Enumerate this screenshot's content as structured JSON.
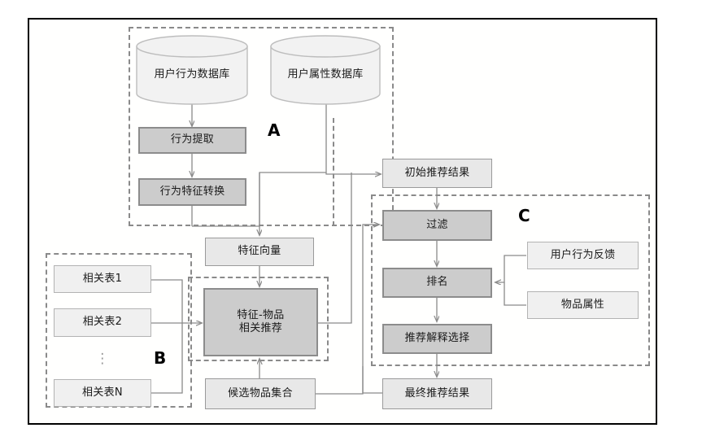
{
  "diagram": {
    "title_present": false,
    "groups": [
      {
        "id": "A",
        "label": "A"
      },
      {
        "id": "B",
        "label": "B"
      },
      {
        "id": "C",
        "label": "C"
      }
    ],
    "databases": [
      {
        "id": "user-behavior-db",
        "label": "用户行为数据库"
      },
      {
        "id": "user-attribute-db",
        "label": "用户属性数据库"
      }
    ],
    "process_nodes": [
      {
        "id": "behavior-extraction",
        "label": "行为提取",
        "style": "dark"
      },
      {
        "id": "behavior-feature-transform",
        "label": "行为特征转换",
        "style": "dark"
      },
      {
        "id": "feature-vector",
        "label": "特征向量",
        "style": "light"
      },
      {
        "id": "feature-item-recommend",
        "label": "特征-物品\n相关推荐",
        "line1": "特征-物品",
        "line2": "相关推荐",
        "style": "dark"
      },
      {
        "id": "candidate-item-set",
        "label": "候选物品集合",
        "style": "light"
      },
      {
        "id": "initial-recommend-result",
        "label": "初始推荐结果",
        "style": "light"
      },
      {
        "id": "filter",
        "label": "过滤",
        "style": "dark"
      },
      {
        "id": "ranking",
        "label": "排名",
        "style": "dark"
      },
      {
        "id": "recommend-explanation-selection",
        "label": "推荐解释选择",
        "style": "dark"
      },
      {
        "id": "final-recommend-result",
        "label": "最终推荐结果",
        "style": "light"
      },
      {
        "id": "user-behavior-feedback",
        "label": "用户行为反馈",
        "style": "table"
      },
      {
        "id": "item-attribute",
        "label": "物品属性",
        "style": "table"
      }
    ],
    "relation_tables": [
      {
        "id": "relation-table-1",
        "label": "相关表1"
      },
      {
        "id": "relation-table-2",
        "label": "相关表2"
      },
      {
        "id": "relation-table-n",
        "label": "相关表N"
      }
    ],
    "ellipsis": "⋮",
    "colors": {
      "frame_border": "#000000",
      "dark_fill": "#cccccc",
      "dark_border": "#8c8c8c",
      "light_fill": "#e8e8e8",
      "light_border": "#9a9a9a",
      "table_fill": "#f0f0f0",
      "table_border": "#b3b3b3",
      "dashed_border": "#8a8a8a",
      "connector": "#8a8a8a",
      "text": "#1a1a1a",
      "background": "#ffffff"
    }
  }
}
